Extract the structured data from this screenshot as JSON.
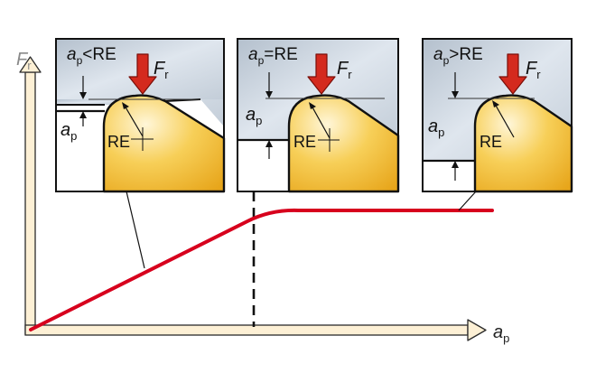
{
  "axes": {
    "y_symbol": "F",
    "y_sub": "r",
    "x_symbol": "a",
    "x_sub": "p"
  },
  "panels": [
    {
      "case": "ap-less-than-re",
      "heading_symbol": "a",
      "heading_sub": "p",
      "heading_rel": "<RE",
      "force_symbol": "F",
      "force_sub": "r",
      "depth_symbol": "a",
      "depth_sub": "p",
      "radius_label": "RE"
    },
    {
      "case": "ap-equal-re",
      "heading_symbol": "a",
      "heading_sub": "p",
      "heading_rel": "=RE",
      "force_symbol": "F",
      "force_sub": "r",
      "depth_symbol": "a",
      "depth_sub": "p",
      "radius_label": "RE"
    },
    {
      "case": "ap-greater-than-re",
      "heading_symbol": "a",
      "heading_sub": "p",
      "heading_rel": ">RE",
      "force_symbol": "F",
      "force_sub": "r",
      "depth_symbol": "a",
      "depth_sub": "p",
      "radius_label": "RE"
    }
  ],
  "colors": {
    "curve": "#d7001d",
    "force_arrow": "#d42a1e",
    "axis_fill": "#fdf0d5",
    "workpiece": "#c9d3de",
    "insert": "#f3bf2a"
  }
}
